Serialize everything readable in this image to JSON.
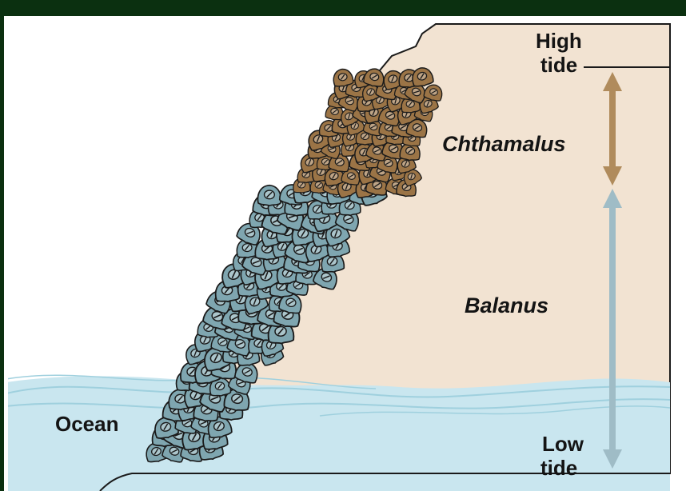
{
  "labels": {
    "high_tide_line1": "High",
    "high_tide_line2": "tide",
    "low_tide_line1": "Low",
    "low_tide_line2": "tide",
    "chthamalus": "Chthamalus",
    "balanus": "Balanus",
    "ocean": "Ocean"
  },
  "colors": {
    "frame": "#0b3010",
    "rock": "#f2e3d2",
    "ocean": "#c9e6ef",
    "wave": "#9fd0de",
    "chthamalus_shell": "#9b7446",
    "balanus_shell": "#7fa6b0",
    "outline": "#1a1a1a",
    "chthamalus_arrow": "#b08b5c",
    "balanus_arrow": "#9fbcc6"
  },
  "icons": {
    "chthamalus": "barnacle-icon",
    "balanus": "barnacle-icon"
  }
}
